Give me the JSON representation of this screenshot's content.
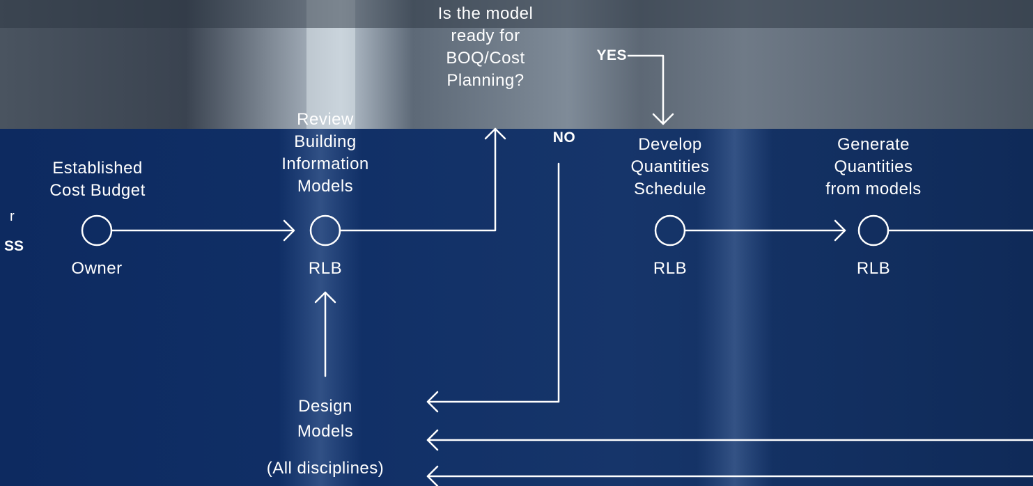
{
  "colors": {
    "band": "#0e2a5e",
    "stroke": "#ffffff",
    "photo_dark": "#2a3646",
    "photo_light": "#c9d3dc"
  },
  "edge_fragment": {
    "line1": "r",
    "line2": "SS"
  },
  "nodes": {
    "budget": {
      "title": "Established\nCost Budget",
      "owner": "Owner"
    },
    "review": {
      "title": "Review\nBuilding\nInformation\nModels",
      "owner": "RLB"
    },
    "develop": {
      "title": "Develop\nQuantities\nSchedule",
      "owner": "RLB"
    },
    "generate": {
      "title": "Generate\nQuantities\nfrom models",
      "owner": "RLB"
    }
  },
  "decision": {
    "question": "Is the model\nready for\nBOQ/Cost\nPlanning?",
    "yes": "YES",
    "no": "NO"
  },
  "design": {
    "line1": "Design",
    "line2": "Models",
    "line3": "(All disciplines)"
  }
}
